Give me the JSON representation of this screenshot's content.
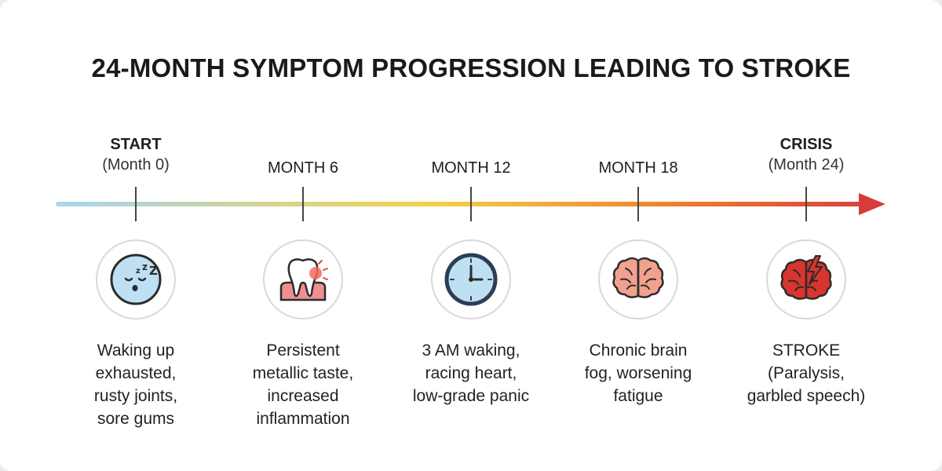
{
  "title": "24-MONTH SYMPTOM PROGRESSION LEADING TO STROKE",
  "colors": {
    "line_start": "#a9d6f0",
    "line_mid": "#f3d24a",
    "line_late": "#f0862e",
    "line_end": "#d93a3a",
    "tick": "#444444"
  },
  "milestones": [
    {
      "label": "START",
      "sublabel": "(Month 0)",
      "icon": "sleepy-face-icon",
      "description": [
        "Waking up",
        "exhausted,",
        "rusty joints,",
        "sore gums"
      ]
    },
    {
      "label": "MONTH 6",
      "sublabel": "",
      "icon": "inflamed-tooth-icon",
      "description": [
        "Persistent",
        "metallic taste,",
        "increased",
        "inflammation"
      ]
    },
    {
      "label": "MONTH 12",
      "sublabel": "",
      "icon": "clock-icon",
      "description": [
        "3 AM waking,",
        "racing heart,",
        "low-grade panic"
      ]
    },
    {
      "label": "MONTH 18",
      "sublabel": "",
      "icon": "brain-icon",
      "description": [
        "Chronic brain",
        "fog, worsening",
        "fatigue"
      ]
    },
    {
      "label": "CRISIS",
      "sublabel": "(Month 24)",
      "icon": "brain-lightning-icon",
      "description": [
        "STROKE",
        "(Paralysis,",
        "garbled speech)"
      ]
    }
  ]
}
